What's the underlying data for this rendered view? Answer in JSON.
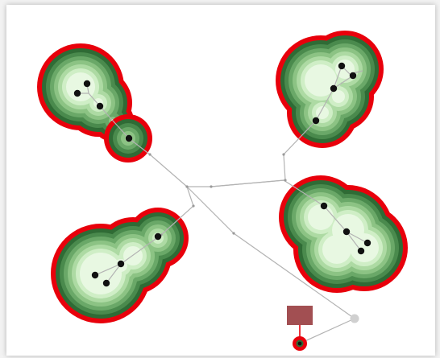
{
  "colors": {
    "background": "#ffffff",
    "outer_ring": "#e8000b",
    "green_levels": [
      "#2f6b35",
      "#4a8a4d",
      "#6aa868",
      "#8cc384",
      "#addaa3",
      "#cfeec6",
      "#e8f8e2"
    ],
    "edge": "#b3b3b3",
    "node": "#111111",
    "root_node": "#d0d0d0",
    "selection_box": "#a24f52"
  },
  "clusters": [
    {
      "id": "top-left",
      "nodes": 3
    },
    {
      "id": "top-left-satellite",
      "nodes": 1
    },
    {
      "id": "top-right",
      "nodes": 4
    },
    {
      "id": "bottom-left",
      "nodes": 4
    },
    {
      "id": "bottom-right",
      "nodes": 4
    }
  ]
}
